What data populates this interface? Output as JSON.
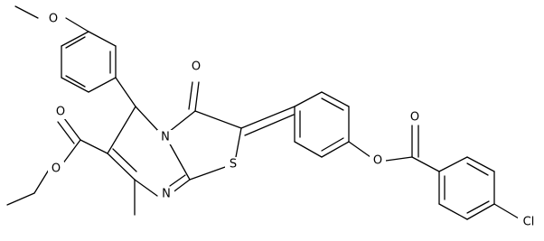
{
  "diagram": {
    "type": "chemical-structure",
    "atom_labels": {
      "o_methoxy": "O",
      "o_ketone": "O",
      "n_ring": "N",
      "s_ring": "S",
      "n_ring2": "N",
      "o_ester_carbonyl": "O",
      "o_ester_single": "O",
      "o_aryl_ester": "O",
      "o_benzoyl_carbonyl": "O",
      "cl": "Cl"
    }
  }
}
